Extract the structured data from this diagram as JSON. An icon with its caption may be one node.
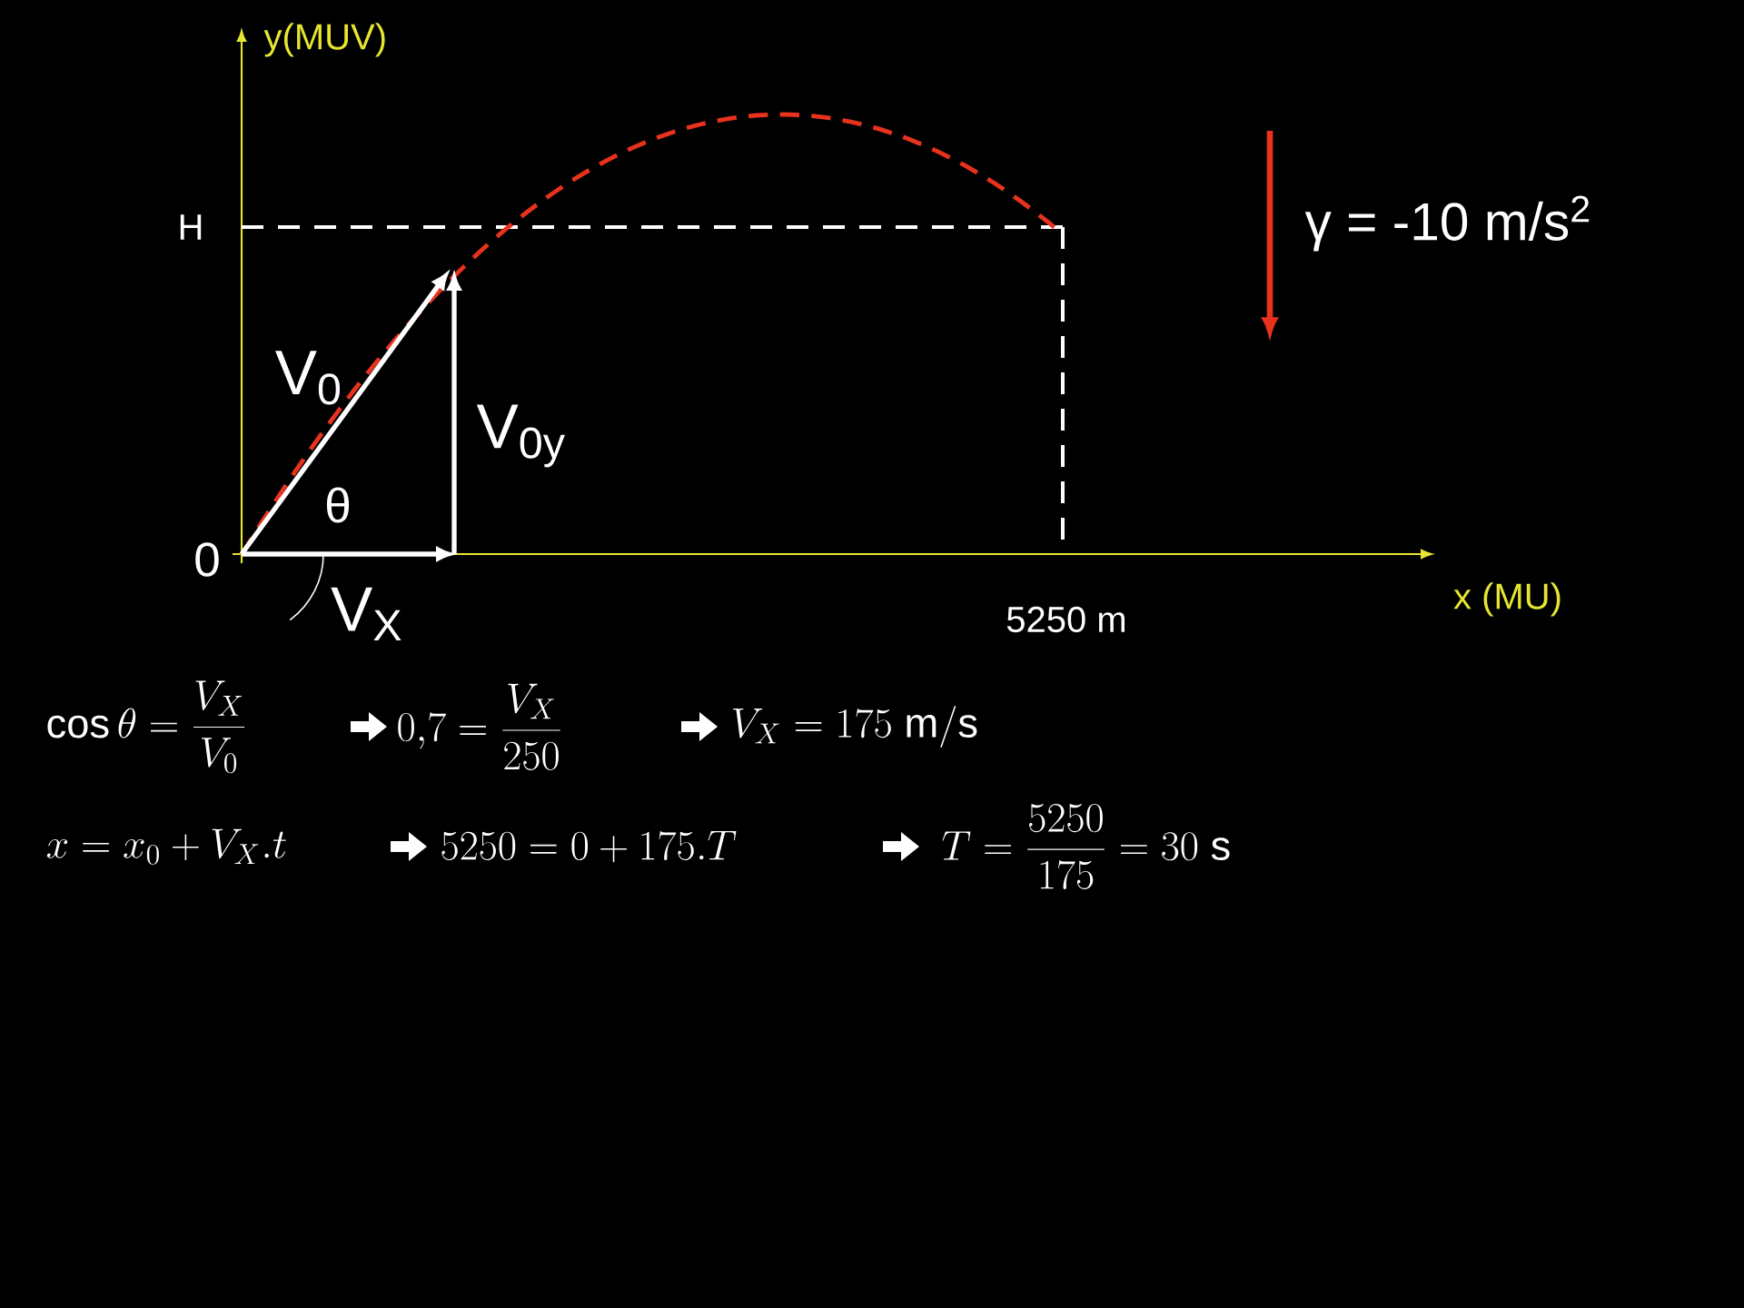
{
  "diagram": {
    "labels": [
      "y(MUV)",
      "H",
      "V$_{0}$",
      "V$_{0y}$",
      "θ",
      "0",
      "V$_{X}$",
      "5250 m",
      "x (MU)",
      "γ = -10 m/s$^{2}$",
      "\\cos\\theta = \\frac{V_X}{V_0}",
      "0{,}7 = \\frac{V_X}{250}",
      "V_X = 175\\ \\mathrm{m/s}",
      "x = x_0 + V_X.t",
      "5250 = 0 + 175.T",
      "T = \\frac{5250}{175} = 30\\ \\mathrm{s}"
    ]
  }
}
